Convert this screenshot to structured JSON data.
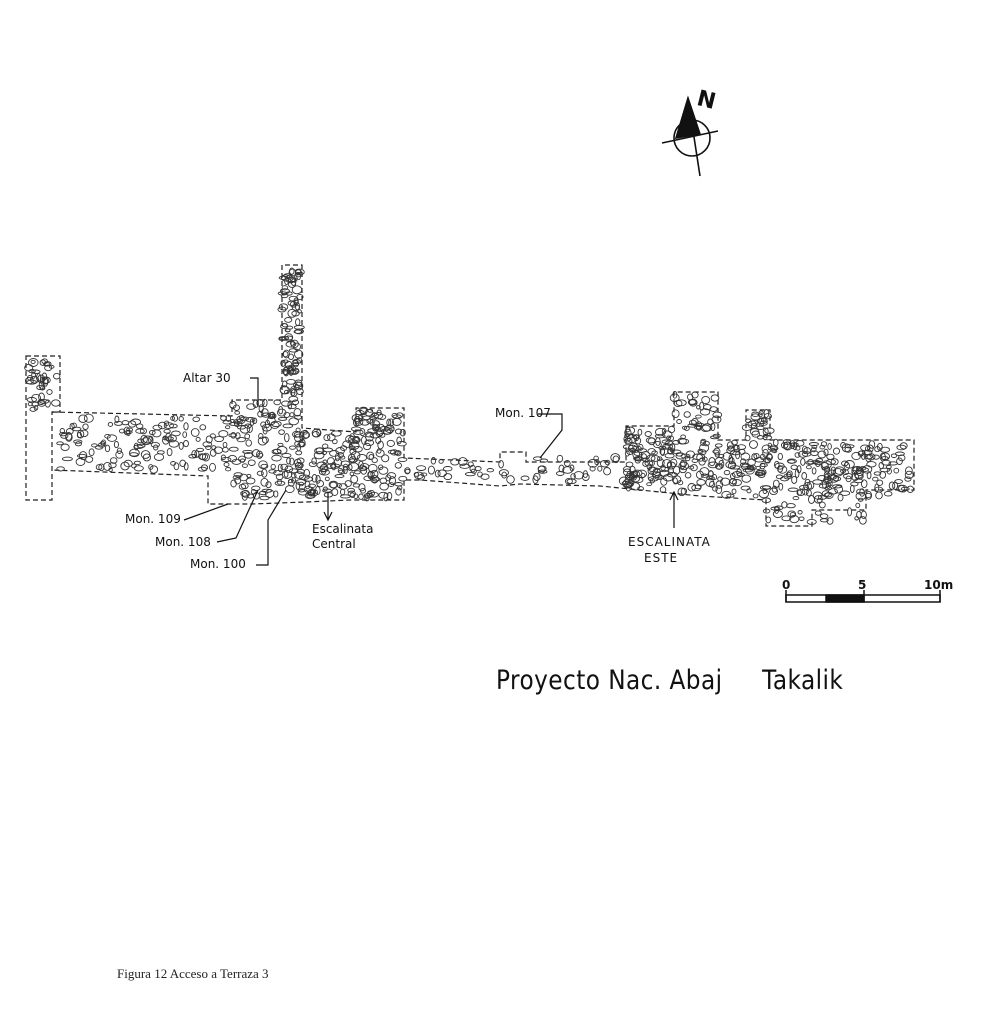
{
  "north": {
    "letter": "N",
    "icon": "north-arrow-icon"
  },
  "labels": {
    "altar_30": "Altar 30",
    "mon_107": "Mon. 107",
    "mon_109": "Mon. 109",
    "mon_108": "Mon. 108",
    "mon_100": "Mon. 100",
    "escalinata_central_line1": "Escalinata",
    "escalinata_central_line2": "Central",
    "escalinata_este_line1": "ESCALINATA",
    "escalinata_este_line2": "ESTE"
  },
  "scale_bar": {
    "ticks": [
      "0",
      "5",
      "10m"
    ],
    "length_m": 10
  },
  "title": {
    "part1": "Proyecto Nac. Abaj",
    "part2": "Takalik"
  },
  "caption": "Figura 12 Acceso a Terraza 3"
}
